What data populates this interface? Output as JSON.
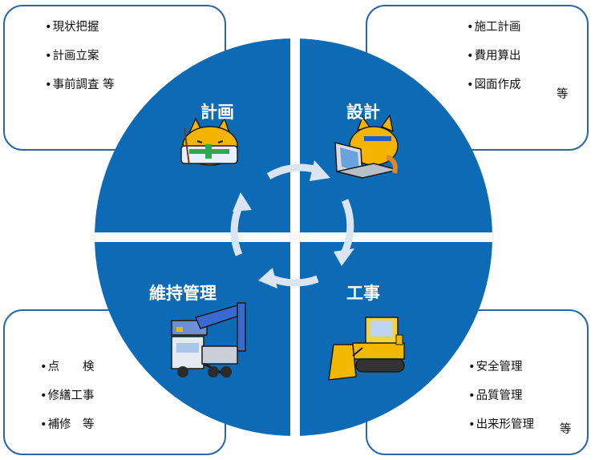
{
  "quadrants": {
    "planning": {
      "title": "計画",
      "items": [
        "現状把握",
        "計画立案",
        "事前調査 等"
      ]
    },
    "design": {
      "title": "設計",
      "items": [
        "施工計画",
        "費用算出",
        "図面作成"
      ],
      "suffix": "等"
    },
    "maintenance": {
      "title": "維持管理",
      "items": [
        "点　　検",
        "修繕工事",
        "補修　等"
      ]
    },
    "construction": {
      "title": "工事",
      "items": [
        "安全管理",
        "品質管理",
        "出来形管理"
      ],
      "suffix": "等"
    }
  },
  "colors": {
    "circle": "#0d6ab4",
    "box_border": "#2a66ae",
    "arrow": "#dbe5f1"
  },
  "icons": [
    "cat-planner-icon",
    "cat-laptop-icon",
    "crane-truck-icon",
    "bulldozer-icon",
    "cycle-arrows-icon"
  ]
}
